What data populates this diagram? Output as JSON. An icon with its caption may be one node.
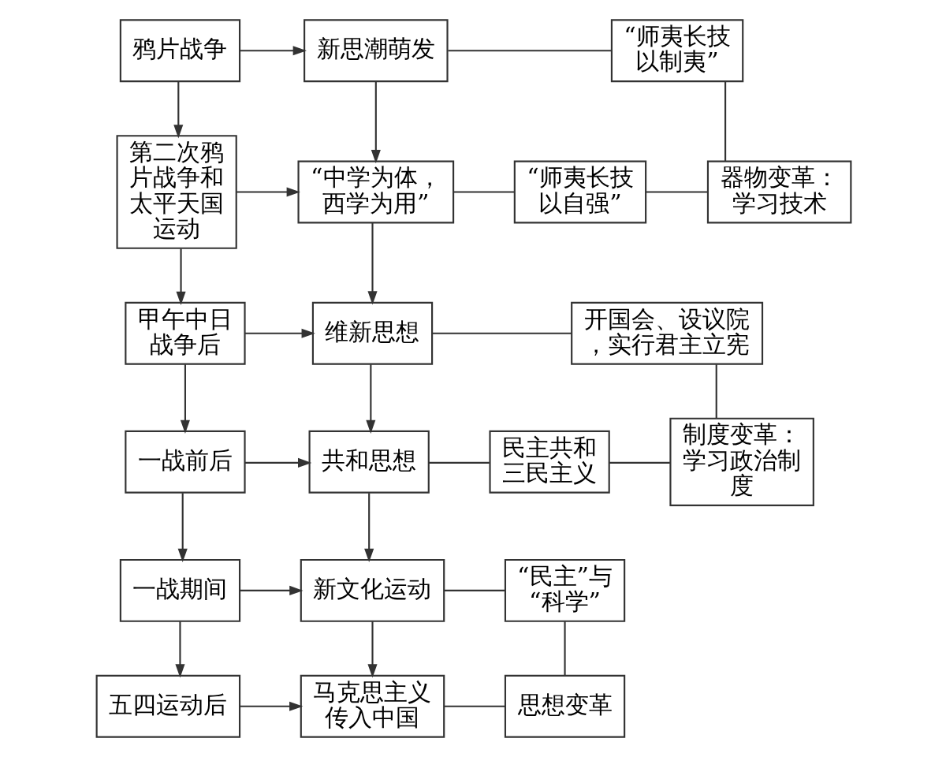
{
  "diagram": {
    "nodes": [
      {
        "text": [
          "鸦片战争"
        ]
      },
      {
        "text": [
          "新思潮萌发"
        ]
      },
      {
        "text": [
          "“师夷长技以制夷”"
        ]
      },
      {
        "text": [
          "器物变革：学习技术"
        ]
      },
      {
        "text": [
          "第二次鸦片战争和太平天国运动"
        ]
      },
      {
        "text": [
          "“中学为体，西学为用”"
        ]
      },
      {
        "text": [
          "“师夷长技以自强”"
        ]
      },
      {
        "text": [
          "甲午中日战争后"
        ]
      },
      {
        "text": [
          "维新思想"
        ]
      },
      {
        "text": [
          "开国会、设议院，实行君主立宪"
        ]
      },
      {
        "text": [
          "制度变革：学习政治制度"
        ]
      },
      {
        "text": [
          "一战前后"
        ]
      },
      {
        "text": [
          "共和思想"
        ]
      },
      {
        "text": [
          "民主共和三民主义"
        ]
      },
      {
        "text": [
          "一战期间"
        ]
      },
      {
        "text": [
          "新文化运动"
        ]
      },
      {
        "text": [
          "“民主”与“科学”"
        ]
      },
      {
        "text": [
          "思想变革"
        ]
      },
      {
        "text": [
          "五四运动后"
        ]
      },
      {
        "text": [
          "马克思主义传入中国"
        ]
      }
    ],
    "edges": [
      {
        "from": 0,
        "to": 1,
        "arrow": "to"
      },
      {
        "from": 0,
        "to": 4,
        "arrow": "to"
      },
      {
        "from": 1,
        "to": 2,
        "arrow": "none"
      },
      {
        "from": 1,
        "to": 5,
        "arrow": "to"
      },
      {
        "from": 2,
        "to": 3,
        "arrow": "none"
      },
      {
        "from": 4,
        "to": 5,
        "arrow": "to"
      },
      {
        "from": 4,
        "to": 7,
        "arrow": "to"
      },
      {
        "from": 5,
        "to": 6,
        "arrow": "none"
      },
      {
        "from": 6,
        "to": 3,
        "arrow": "none"
      },
      {
        "from": 5,
        "to": 8,
        "arrow": "to"
      },
      {
        "from": 7,
        "to": 8,
        "arrow": "to"
      },
      {
        "from": 7,
        "to": 11,
        "arrow": "to"
      },
      {
        "from": 8,
        "to": 9,
        "arrow": "none"
      },
      {
        "from": 9,
        "to": 10,
        "arrow": "none"
      },
      {
        "from": 8,
        "to": 12,
        "arrow": "to"
      },
      {
        "from": 11,
        "to": 12,
        "arrow": "to"
      },
      {
        "from": 11,
        "to": 14,
        "arrow": "to"
      },
      {
        "from": 12,
        "to": 13,
        "arrow": "none"
      },
      {
        "from": 13,
        "to": 10,
        "arrow": "none"
      },
      {
        "from": 12,
        "to": 15,
        "arrow": "to"
      },
      {
        "from": 14,
        "to": 15,
        "arrow": "to"
      },
      {
        "from": 14,
        "to": 18,
        "arrow": "to"
      },
      {
        "from": 15,
        "to": 16,
        "arrow": "none"
      },
      {
        "from": 16,
        "to": 17,
        "arrow": "none"
      },
      {
        "from": 15,
        "to": 19,
        "arrow": "to"
      },
      {
        "from": 18,
        "to": 19,
        "arrow": "to"
      },
      {
        "from": 19,
        "to": 17,
        "arrow": "none"
      }
    ]
  }
}
